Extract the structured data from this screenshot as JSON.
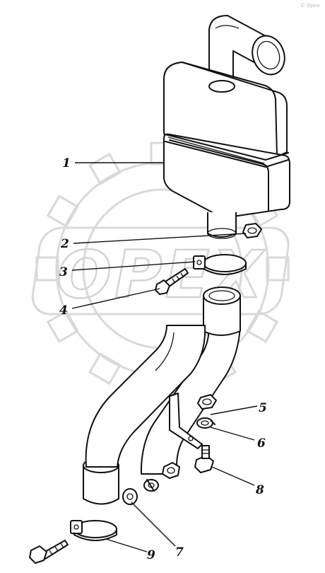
{
  "watermark": {
    "text": "OPEX"
  },
  "copyright": "© Opex",
  "callouts": [
    {
      "id": "1",
      "label": "1"
    },
    {
      "id": "2",
      "label": "2"
    },
    {
      "id": "3",
      "label": "3"
    },
    {
      "id": "4",
      "label": "4"
    },
    {
      "id": "5",
      "label": "5"
    },
    {
      "id": "6",
      "label": "6"
    },
    {
      "id": "7",
      "label": "7"
    },
    {
      "id": "8",
      "label": "8"
    },
    {
      "id": "9",
      "label": "9"
    }
  ]
}
